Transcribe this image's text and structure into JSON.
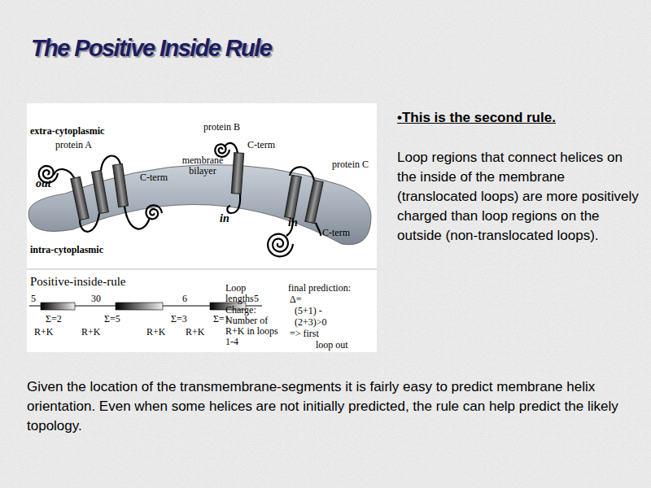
{
  "diagram": {
    "title": "The Positive Inside Rule",
    "labels": [
      "extra-cytoplasmic",
      "protein A",
      "protein B",
      "C-term",
      "membrane bilayer",
      "protein C",
      "out",
      "C-term",
      "in",
      "in",
      "C-term",
      "intra-cytoplasmic",
      "Positive-inside-rule",
      "5",
      "30",
      "6",
      "5",
      "Loop lengths",
      "Σ=2",
      "Σ=5",
      "Σ=3",
      "Σ=1",
      "R+K",
      "R+K",
      "R+K",
      "R+K",
      "Charge: Number of R+K in loops 1-4",
      "final prediction:",
      "Δ=",
      "(5+1) -",
      "(2+3)>0",
      "=> first",
      "loop out",
      "•This is the second rule.",
      "Loop regions that connect helices on the inside of the membrane (translocated loops) are more positively charged than loop regions on the outside (non-translocated loops).",
      "Given the location of the transmembrane-segments it is fairly easy to predict membrane helix orientation. Even when some helices are not initially predicted, the rule can help predict the likely topology."
    ]
  }
}
